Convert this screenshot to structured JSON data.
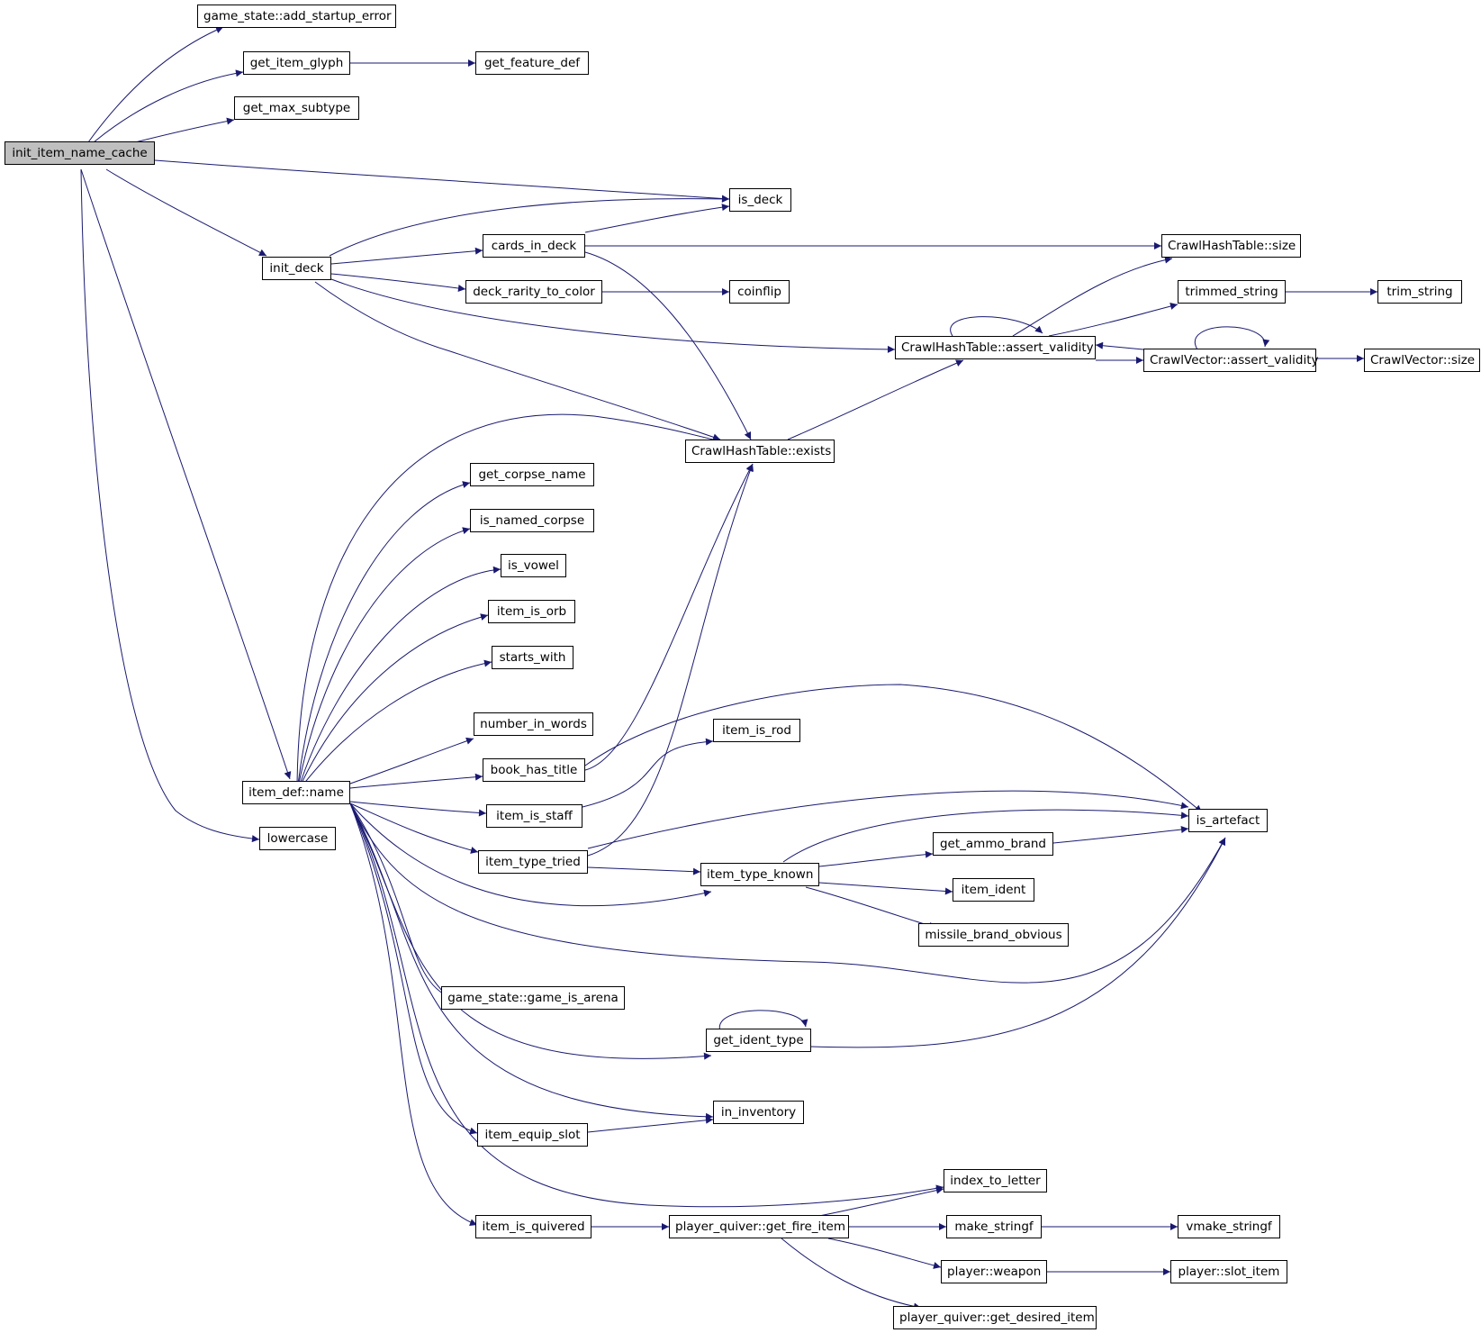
{
  "colors": {
    "edge": "#191970",
    "root_fill": "#bfbfbf",
    "node_fill": "#ffffff",
    "border": "#000000"
  },
  "nodes": {
    "init_item_name_cache": "init_item_name_cache",
    "add_startup_error": "game_state::add_startup_error",
    "get_item_glyph": "get_item_glyph",
    "get_feature_def": "get_feature_def",
    "get_max_subtype": "get_max_subtype",
    "is_deck": "is_deck",
    "cards_in_deck": "cards_in_deck",
    "init_deck": "init_deck",
    "deck_rarity_to_color": "deck_rarity_to_color",
    "coinflip": "coinflip",
    "hash_size": "CrawlHashTable::size",
    "trimmed_string": "trimmed_string",
    "trim_string": "trim_string",
    "hash_assert_validity": "CrawlHashTable::assert_validity",
    "vector_assert_validity": "CrawlVector::assert_validity",
    "vector_size": "CrawlVector::size",
    "hash_exists": "CrawlHashTable::exists",
    "get_corpse_name": "get_corpse_name",
    "is_named_corpse": "is_named_corpse",
    "is_vowel": "is_vowel",
    "item_is_orb": "item_is_orb",
    "starts_with": "starts_with",
    "number_in_words": "number_in_words",
    "item_is_rod": "item_is_rod",
    "book_has_title": "book_has_title",
    "item_def_name": "item_def::name",
    "item_is_staff": "item_is_staff",
    "is_artefact": "is_artefact",
    "lowercase": "lowercase",
    "get_ammo_brand": "get_ammo_brand",
    "item_type_tried": "item_type_tried",
    "item_type_known": "item_type_known",
    "item_ident": "item_ident",
    "missile_brand_obvious": "missile_brand_obvious",
    "game_is_arena": "game_state::game_is_arena",
    "get_ident_type": "get_ident_type",
    "in_inventory": "in_inventory",
    "item_equip_slot": "item_equip_slot",
    "index_to_letter": "index_to_letter",
    "item_is_quivered": "item_is_quivered",
    "get_fire_item": "player_quiver::get_fire_item",
    "make_stringf": "make_stringf",
    "vmake_stringf": "vmake_stringf",
    "player_weapon": "player::weapon",
    "slot_item": "player::slot_item",
    "get_desired_item": "player_quiver::get_desired_item"
  }
}
